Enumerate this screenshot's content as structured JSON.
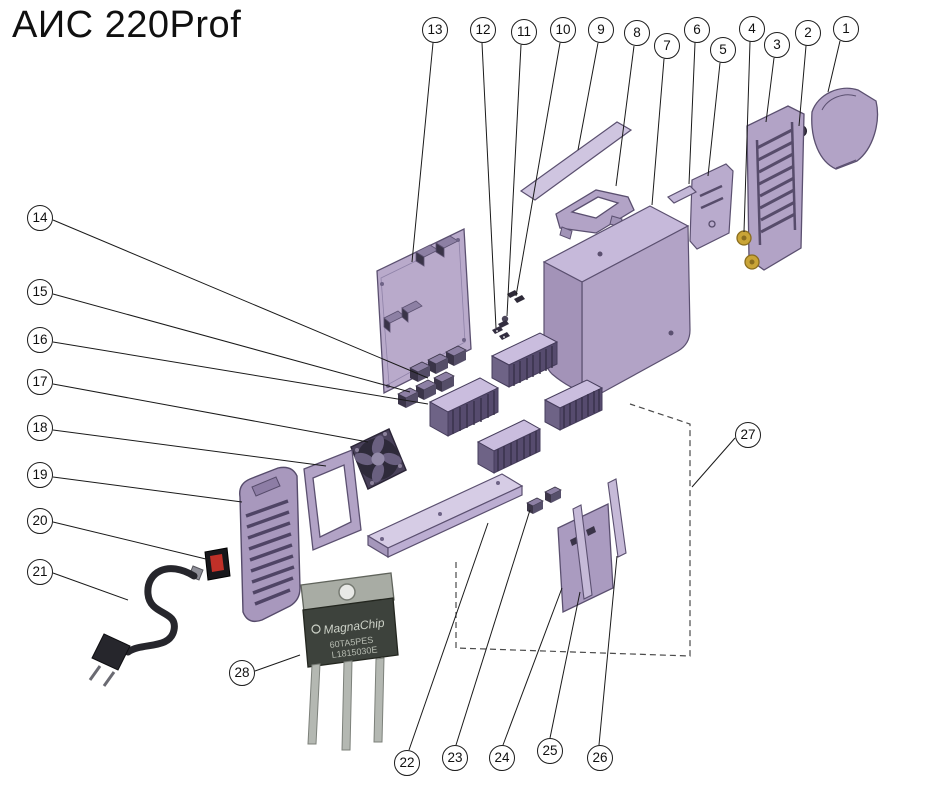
{
  "title": "АИС 220Prof",
  "diagram": {
    "kind": "exploded-parts-diagram",
    "product": "АИС 220Prof",
    "callouts": [
      {
        "label": "1"
      },
      {
        "label": "2"
      },
      {
        "label": "3"
      },
      {
        "label": "4"
      },
      {
        "label": "5"
      },
      {
        "label": "6"
      },
      {
        "label": "7"
      },
      {
        "label": "8"
      },
      {
        "label": "9"
      },
      {
        "label": "10"
      },
      {
        "label": "11"
      },
      {
        "label": "12"
      },
      {
        "label": "13"
      },
      {
        "label": "14"
      },
      {
        "label": "15"
      },
      {
        "label": "16"
      },
      {
        "label": "17"
      },
      {
        "label": "18"
      },
      {
        "label": "19"
      },
      {
        "label": "20"
      },
      {
        "label": "21"
      },
      {
        "label": "22"
      },
      {
        "label": "23"
      },
      {
        "label": "24"
      },
      {
        "label": "25"
      },
      {
        "label": "26"
      },
      {
        "label": "27"
      },
      {
        "label": "28"
      }
    ],
    "transistor": {
      "brand": "MagnaChip",
      "marking_line1": "60TA5PES",
      "marking_line2": "L1815030E"
    },
    "colors": {
      "part_fill": "#b2a3c6",
      "part_fill_light": "#cfc5e0",
      "part_fill_dark": "#6e6386",
      "dark_component": "#3a3448",
      "connector_gold": "#c9a437",
      "line": "#1a1a1a"
    }
  }
}
